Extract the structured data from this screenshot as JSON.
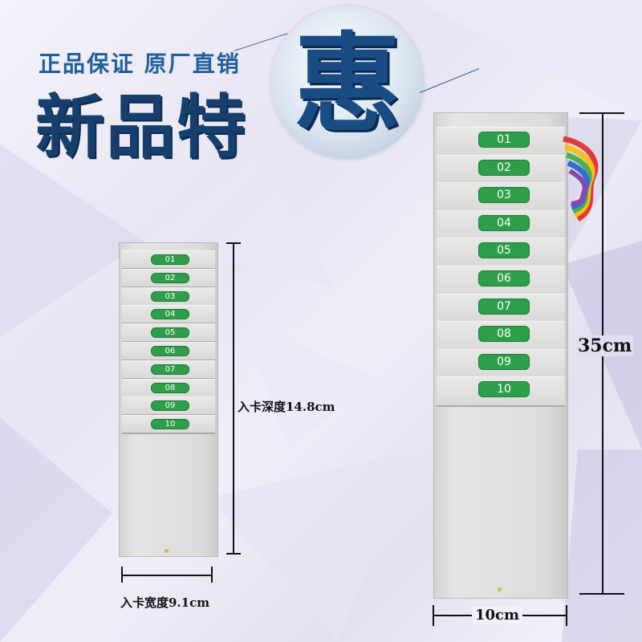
{
  "promo": {
    "tagline": "正品保证 原厂直销",
    "title": "新品特",
    "badge_char": "惠"
  },
  "small_rack": {
    "slots": [
      "01",
      "02",
      "03",
      "04",
      "05",
      "06",
      "07",
      "08",
      "09",
      "10"
    ],
    "depth_label": "入卡深度14.8cm",
    "width_label": "入卡宽度9.1cm"
  },
  "large_rack": {
    "slots": [
      "01",
      "02",
      "03",
      "04",
      "05",
      "06",
      "07",
      "08",
      "09",
      "10"
    ],
    "height_label": "35cm",
    "width_label": "10cm"
  },
  "colors": {
    "tag_green": "#2e9e4a",
    "headline_blue": "#1f5f9a",
    "title_blue": "#163f6e"
  }
}
